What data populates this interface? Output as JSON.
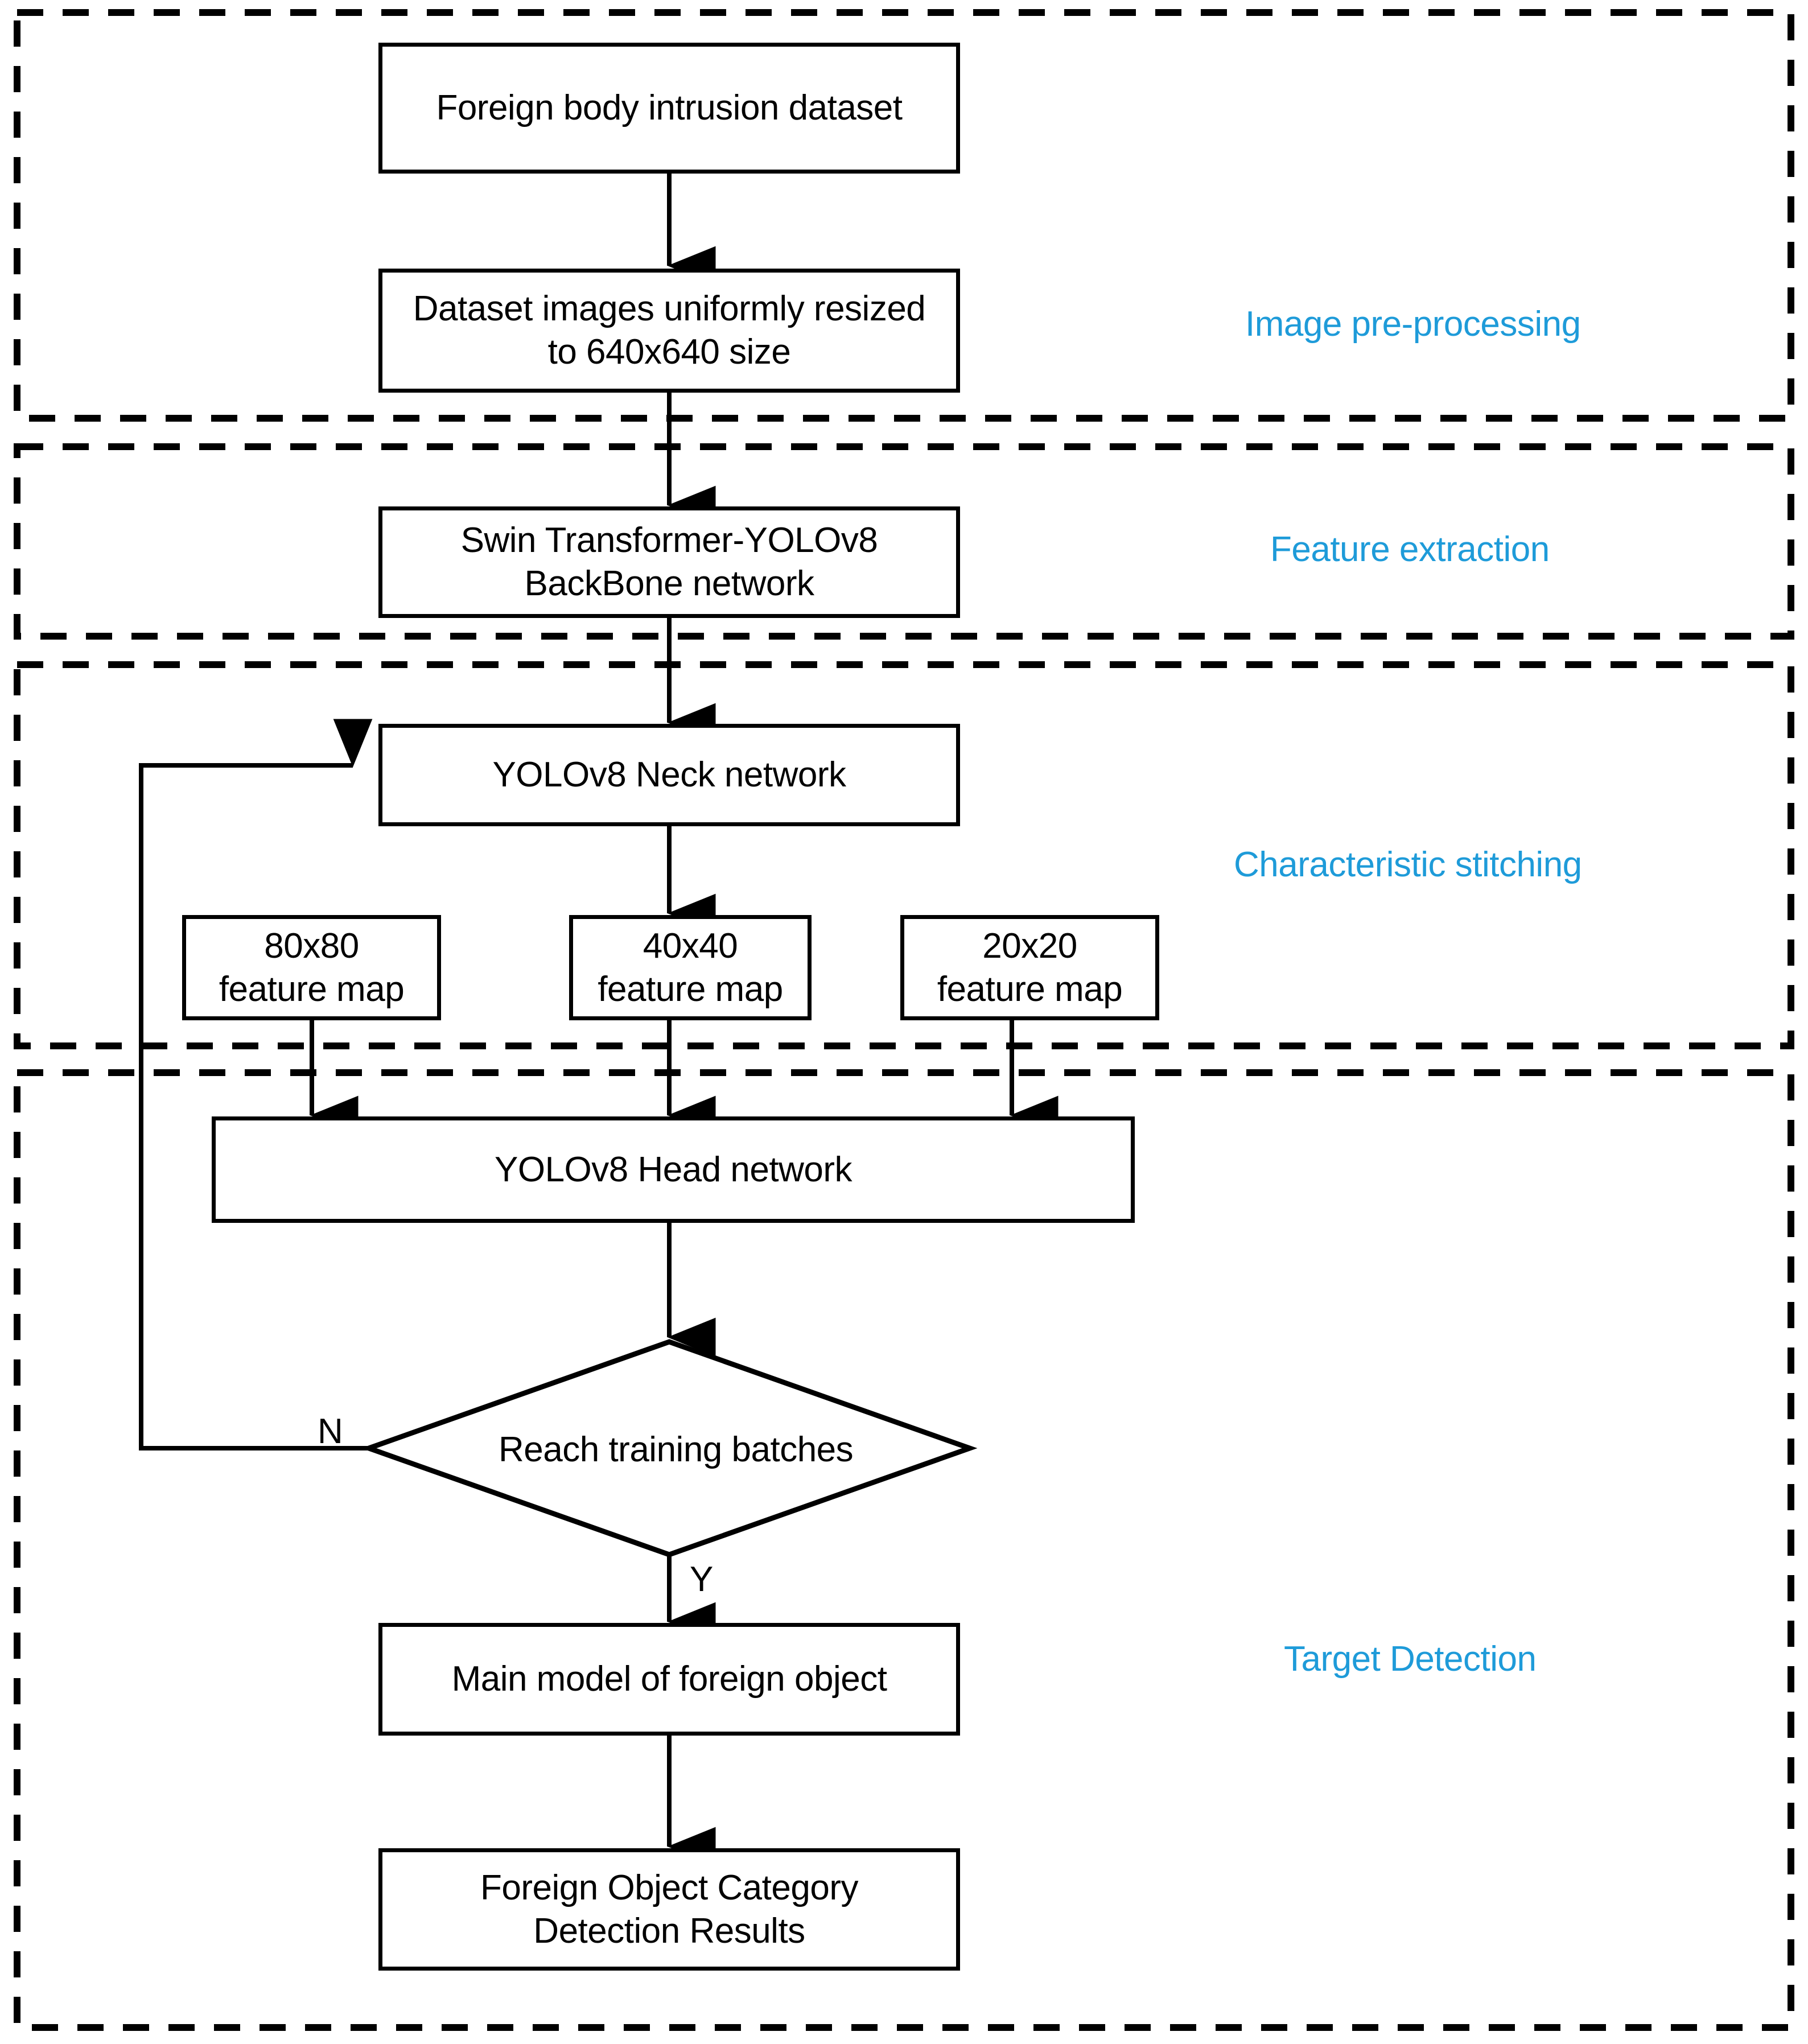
{
  "diagram": {
    "title": "Foreign body intrusion detection pipeline flowchart",
    "accent_color": "#1E9BD9",
    "line_color": "#000000",
    "background": "#ffffff"
  },
  "sections": [
    {
      "id": "image-pre-processing",
      "label": "Image pre-processing"
    },
    {
      "id": "feature-extraction",
      "label": "Feature extraction"
    },
    {
      "id": "characteristic-stitching",
      "label": "Characteristic stitching"
    },
    {
      "id": "target-detection",
      "label": "Target Detection"
    }
  ],
  "nodes": [
    {
      "id": "dataset",
      "label": "Foreign body intrusion dataset"
    },
    {
      "id": "resize",
      "label": "Dataset images uniformly resized\nto 640x640 size"
    },
    {
      "id": "backbone",
      "label": "Swin Transformer-YOLOv8\nBackBone network"
    },
    {
      "id": "neck",
      "label": "YOLOv8 Neck network"
    },
    {
      "id": "fm80",
      "label": "80x80\nfeature map"
    },
    {
      "id": "fm40",
      "label": "40x40\nfeature map"
    },
    {
      "id": "fm20",
      "label": "20x20\nfeature map"
    },
    {
      "id": "head",
      "label": "YOLOv8 Head network"
    },
    {
      "id": "decision",
      "label": "Reach training batches"
    },
    {
      "id": "mainmodel",
      "label": "Main model of foreign object"
    },
    {
      "id": "results",
      "label": "Foreign Object Category\nDetection Results"
    }
  ],
  "edge_labels": {
    "no_branch": "N",
    "yes_branch": "Y"
  }
}
